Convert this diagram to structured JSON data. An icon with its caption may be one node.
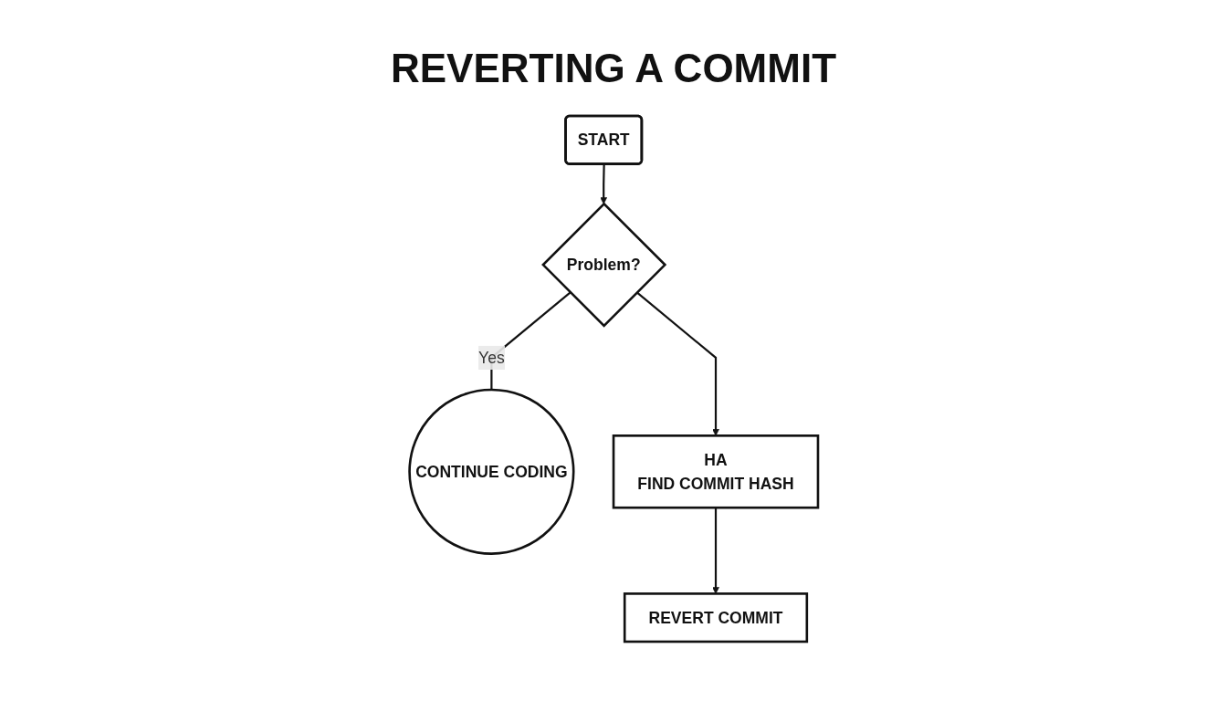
{
  "diagram": {
    "title": "REVERTING A COMMIT",
    "nodes": [
      {
        "text": [
          "START"
        ]
      },
      {
        "text": [
          "Problem?"
        ]
      },
      {
        "text": [
          "CONTINUE CODING"
        ]
      },
      {
        "text": [
          "HA",
          "FIND COMMIT HASH"
        ]
      },
      {
        "text": [
          "REVERT COMMIT"
        ]
      }
    ],
    "edges": [
      {
        "from": 0,
        "to": 1,
        "arrow": "to"
      },
      {
        "from": 1,
        "to": 2,
        "label": "Yes",
        "arrow": "none"
      },
      {
        "from": 1,
        "to": 3,
        "arrow": "to"
      },
      {
        "from": 3,
        "to": 4,
        "arrow": "to"
      }
    ]
  }
}
